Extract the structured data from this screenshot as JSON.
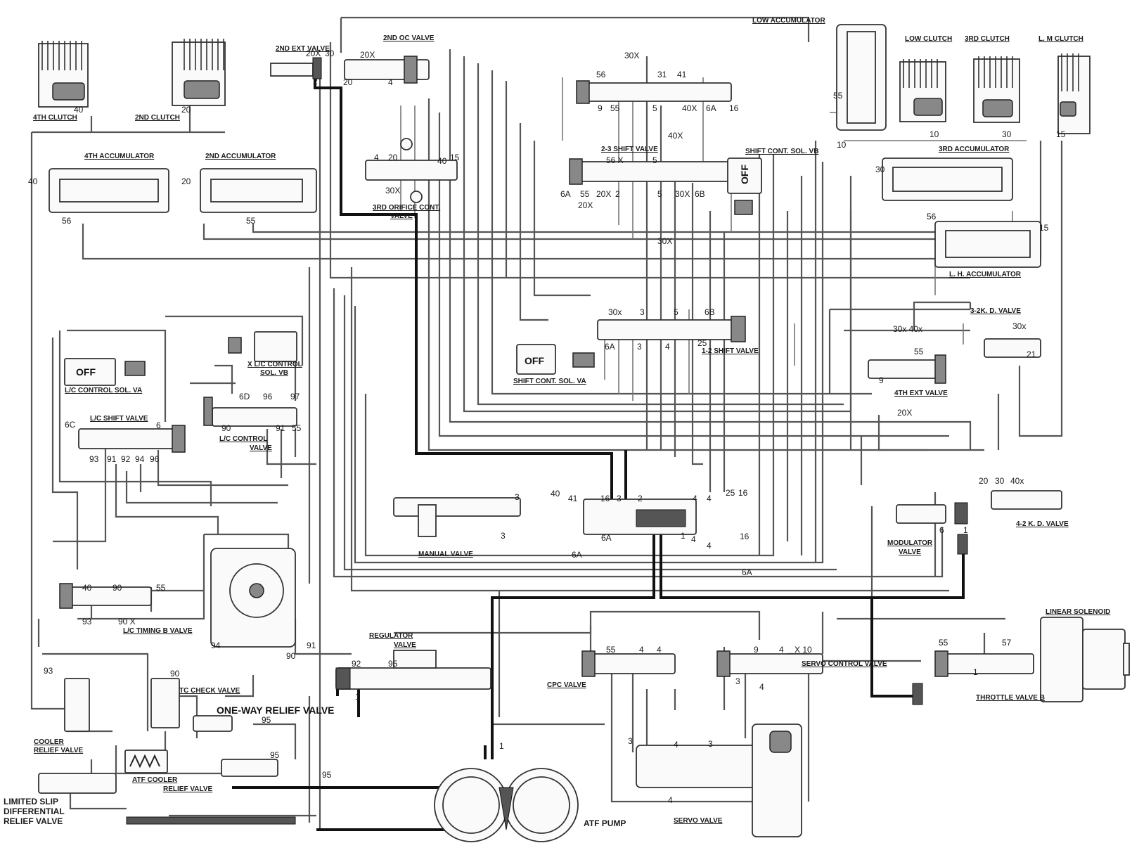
{
  "labels": {
    "clutch_4th": "4TH CLUTCH",
    "clutch_2nd": "2ND CLUTCH",
    "ext_valve_2nd": "2ND EXT VALVE",
    "oc_valve_2nd": "2ND OC VALVE",
    "low_accumulator": "LOW ACCUMULATOR",
    "low_clutch": "LOW CLUTCH",
    "clutch_3rd": "3RD CLUTCH",
    "lm_clutch": "L. M CLUTCH",
    "accumulator_4th": "4TH ACCUMULATOR",
    "accumulator_2nd": "2ND ACCUMULATOR",
    "shift_valve_23": "2-3 SHIFT VALVE",
    "shift_cont_sol_vb": "SHIFT CONT. SOL. VB",
    "accumulator_3rd": "3RD ACCUMULATOR",
    "orifice_cont_3rd_a": "3RD ORIFICE CONT.",
    "orifice_cont_3rd_b": "VALVE",
    "lh_accumulator": "L. H. ACCUMULATOR",
    "kd_valve_32": "3-2K. D. VALVE",
    "lc_control_sol_vb_a": "X L/C CONTROL",
    "lc_control_sol_vb_b": "SOL. VB",
    "lc_control_sol_va": "L/C CONTROL SOL. VA",
    "shift_valve_12": "1-2 SHIFT VALVE",
    "shift_cont_sol_va": "SHIFT CONT. SOL. VA",
    "ext_valve_4th": "4TH EXT VALVE",
    "lc_shift_valve": "L/C SHIFT VALVE",
    "lc_control_valve_a": "L/C CONTROL",
    "lc_control_valve_b": "VALVE",
    "manual_valve": "MANUAL VALVE",
    "kd_valve_42": "4-2 K. D. VALVE",
    "modulator_valve_a": "MODULATOR",
    "modulator_valve_b": "VALVE",
    "linear_solenoid": "LINEAR SOLENOID",
    "lc_timing_b_valve": "L/C TIMING B VALVE",
    "regulator_valve_a": "REGULATOR",
    "regulator_valve_b": "VALVE",
    "cpc_valve": "CPC VALVE",
    "servo_control_valve": "SERVO CONTROL VALVE",
    "throttle_valve_b": "THROTTLE VALVE B",
    "tc_check_valve": "TC CHECK VALVE",
    "one_way_relief_valve": "ONE-WAY RELIEF VALVE",
    "cooler_relief_valve_a": "COOLER",
    "cooler_relief_valve_b": "RELIEF VALVE",
    "atf_cooler": "ATF COOLER",
    "relief_valve": "RELIEF VALVE",
    "lsd_relief_a": "LIMITED SLIP",
    "lsd_relief_b": "DIFFERENTIAL",
    "lsd_relief_c": "RELIEF VALVE",
    "atf_pump": "ATF PUMP",
    "servo_valve": "SERVO VALVE",
    "off_a": "OFF",
    "off_b": "OFF",
    "off_c": "OFF"
  },
  "ports": [
    {
      "id": "p40a",
      "text": "40"
    },
    {
      "id": "p20a",
      "text": "20"
    },
    {
      "id": "p40b",
      "text": "40"
    },
    {
      "id": "p56a",
      "text": "56"
    },
    {
      "id": "p20b",
      "text": "20"
    },
    {
      "id": "p55a",
      "text": "55"
    },
    {
      "id": "p2a",
      "text": "2"
    },
    {
      "id": "p30a",
      "text": "30"
    },
    {
      "id": "p20x1",
      "text": "20X"
    },
    {
      "id": "p20x2",
      "text": "20X"
    },
    {
      "id": "p20x3",
      "text": "20"
    },
    {
      "id": "p4a",
      "text": "4"
    },
    {
      "id": "p30xa",
      "text": "30X"
    },
    {
      "id": "p56b",
      "text": "56"
    },
    {
      "id": "p31",
      "text": "31"
    },
    {
      "id": "p41a",
      "text": "41"
    },
    {
      "id": "p9a",
      "text": "9"
    },
    {
      "id": "p55b",
      "text": "55"
    },
    {
      "id": "p5a",
      "text": "5"
    },
    {
      "id": "p40xa",
      "text": "40X"
    },
    {
      "id": "p6Aa",
      "text": "6A"
    },
    {
      "id": "p16a",
      "text": "16"
    },
    {
      "id": "p40xb",
      "text": "40X"
    },
    {
      "id": "p55c",
      "text": "55"
    },
    {
      "id": "p10a",
      "text": "10"
    },
    {
      "id": "p10b",
      "text": "10"
    },
    {
      "id": "p30b",
      "text": "30"
    },
    {
      "id": "p15a",
      "text": "15"
    },
    {
      "id": "p4b",
      "text": "4"
    },
    {
      "id": "p20c",
      "text": "20"
    },
    {
      "id": "p40c",
      "text": "40"
    },
    {
      "id": "p15b",
      "text": "15"
    },
    {
      "id": "p56c",
      "text": "56 X"
    },
    {
      "id": "p5b",
      "text": "5"
    },
    {
      "id": "p30c",
      "text": "30"
    },
    {
      "id": "p30xb",
      "text": "30X"
    },
    {
      "id": "p6Ab",
      "text": "6A"
    },
    {
      "id": "p55d",
      "text": "55"
    },
    {
      "id": "p20xb",
      "text": "20X"
    },
    {
      "id": "p2b",
      "text": "2"
    },
    {
      "id": "p5c",
      "text": "5"
    },
    {
      "id": "p30xc",
      "text": "30X"
    },
    {
      "id": "p6Bb",
      "text": "6B"
    },
    {
      "id": "p20xc",
      "text": "20X"
    },
    {
      "id": "p56d",
      "text": "56"
    },
    {
      "id": "p15c",
      "text": "15"
    },
    {
      "id": "p30xd",
      "text": "30X"
    },
    {
      "id": "p30xe",
      "text": "30x"
    },
    {
      "id": "p3a",
      "text": "3"
    },
    {
      "id": "p5d",
      "text": "5"
    },
    {
      "id": "p6Bc",
      "text": "6B"
    },
    {
      "id": "p6Ac",
      "text": "6A"
    },
    {
      "id": "p3b",
      "text": "3"
    },
    {
      "id": "p4c",
      "text": "4"
    },
    {
      "id": "p25a",
      "text": "25"
    },
    {
      "id": "p30x40x",
      "text": "30x 40x"
    },
    {
      "id": "p55e",
      "text": "55"
    },
    {
      "id": "p9b",
      "text": "9"
    },
    {
      "id": "p30xf",
      "text": "30x"
    },
    {
      "id": "p21",
      "text": "21"
    },
    {
      "id": "p6C",
      "text": "6C"
    },
    {
      "id": "p6D",
      "text": "6D"
    },
    {
      "id": "p96a",
      "text": "96"
    },
    {
      "id": "p97",
      "text": "97"
    },
    {
      "id": "p6a",
      "text": "6"
    },
    {
      "id": "p90a",
      "text": "90"
    },
    {
      "id": "p91a",
      "text": "91"
    },
    {
      "id": "p55f",
      "text": "55"
    },
    {
      "id": "p93a",
      "text": "93"
    },
    {
      "id": "p91b",
      "text": "91"
    },
    {
      "id": "p92a",
      "text": "92"
    },
    {
      "id": "p94a",
      "text": "94"
    },
    {
      "id": "p96b",
      "text": "96"
    },
    {
      "id": "p20xd",
      "text": "20X"
    },
    {
      "id": "p20d",
      "text": "20"
    },
    {
      "id": "p30d",
      "text": "30"
    },
    {
      "id": "p40xc",
      "text": "40x"
    },
    {
      "id": "p3c",
      "text": "3"
    },
    {
      "id": "p40d",
      "text": "40"
    },
    {
      "id": "p41b",
      "text": "41"
    },
    {
      "id": "p16b",
      "text": "16"
    },
    {
      "id": "p3d",
      "text": "3"
    },
    {
      "id": "p2c",
      "text": "2"
    },
    {
      "id": "p4d",
      "text": "4"
    },
    {
      "id": "p4e",
      "text": "4"
    },
    {
      "id": "p25b",
      "text": "25"
    },
    {
      "id": "p16c",
      "text": "16"
    },
    {
      "id": "p3e",
      "text": "3"
    },
    {
      "id": "p6Ad",
      "text": "6A"
    },
    {
      "id": "p1a",
      "text": "1"
    },
    {
      "id": "p4f",
      "text": "4"
    },
    {
      "id": "p4g",
      "text": "4"
    },
    {
      "id": "p16d",
      "text": "16"
    },
    {
      "id": "p6Ae",
      "text": "6A"
    },
    {
      "id": "p6Af",
      "text": "6A"
    },
    {
      "id": "p6b",
      "text": "6"
    },
    {
      "id": "p1b",
      "text": "1"
    },
    {
      "id": "p40e",
      "text": "40"
    },
    {
      "id": "p90b",
      "text": "90"
    },
    {
      "id": "p55g",
      "text": "55"
    },
    {
      "id": "p93b",
      "text": "93"
    },
    {
      "id": "p90c",
      "text": "90 X"
    },
    {
      "id": "p94b",
      "text": "94"
    },
    {
      "id": "p90d",
      "text": "90"
    },
    {
      "id": "p91c",
      "text": "91"
    },
    {
      "id": "p93c",
      "text": "93"
    },
    {
      "id": "p92b",
      "text": "92"
    },
    {
      "id": "p95a",
      "text": "95"
    },
    {
      "id": "p1c",
      "text": "1"
    },
    {
      "id": "p55h",
      "text": "55"
    },
    {
      "id": "p4h",
      "text": "4"
    },
    {
      "id": "p4i",
      "text": "4"
    },
    {
      "id": "p9c",
      "text": "9"
    },
    {
      "id": "p4j",
      "text": "4"
    },
    {
      "id": "p10c",
      "text": "X 10"
    },
    {
      "id": "p3f",
      "text": "3"
    },
    {
      "id": "p4k",
      "text": "4"
    },
    {
      "id": "p55i",
      "text": "55"
    },
    {
      "id": "p57",
      "text": "57"
    },
    {
      "id": "p1d",
      "text": "1"
    },
    {
      "id": "p90e",
      "text": "90"
    },
    {
      "id": "p95b",
      "text": "95"
    },
    {
      "id": "p95c",
      "text": "95"
    },
    {
      "id": "p95d",
      "text": "95"
    },
    {
      "id": "p3g",
      "text": "3"
    },
    {
      "id": "p4l",
      "text": "4"
    },
    {
      "id": "p3h",
      "text": "3"
    },
    {
      "id": "p4m",
      "text": "4"
    },
    {
      "id": "p1e",
      "text": "1"
    }
  ]
}
